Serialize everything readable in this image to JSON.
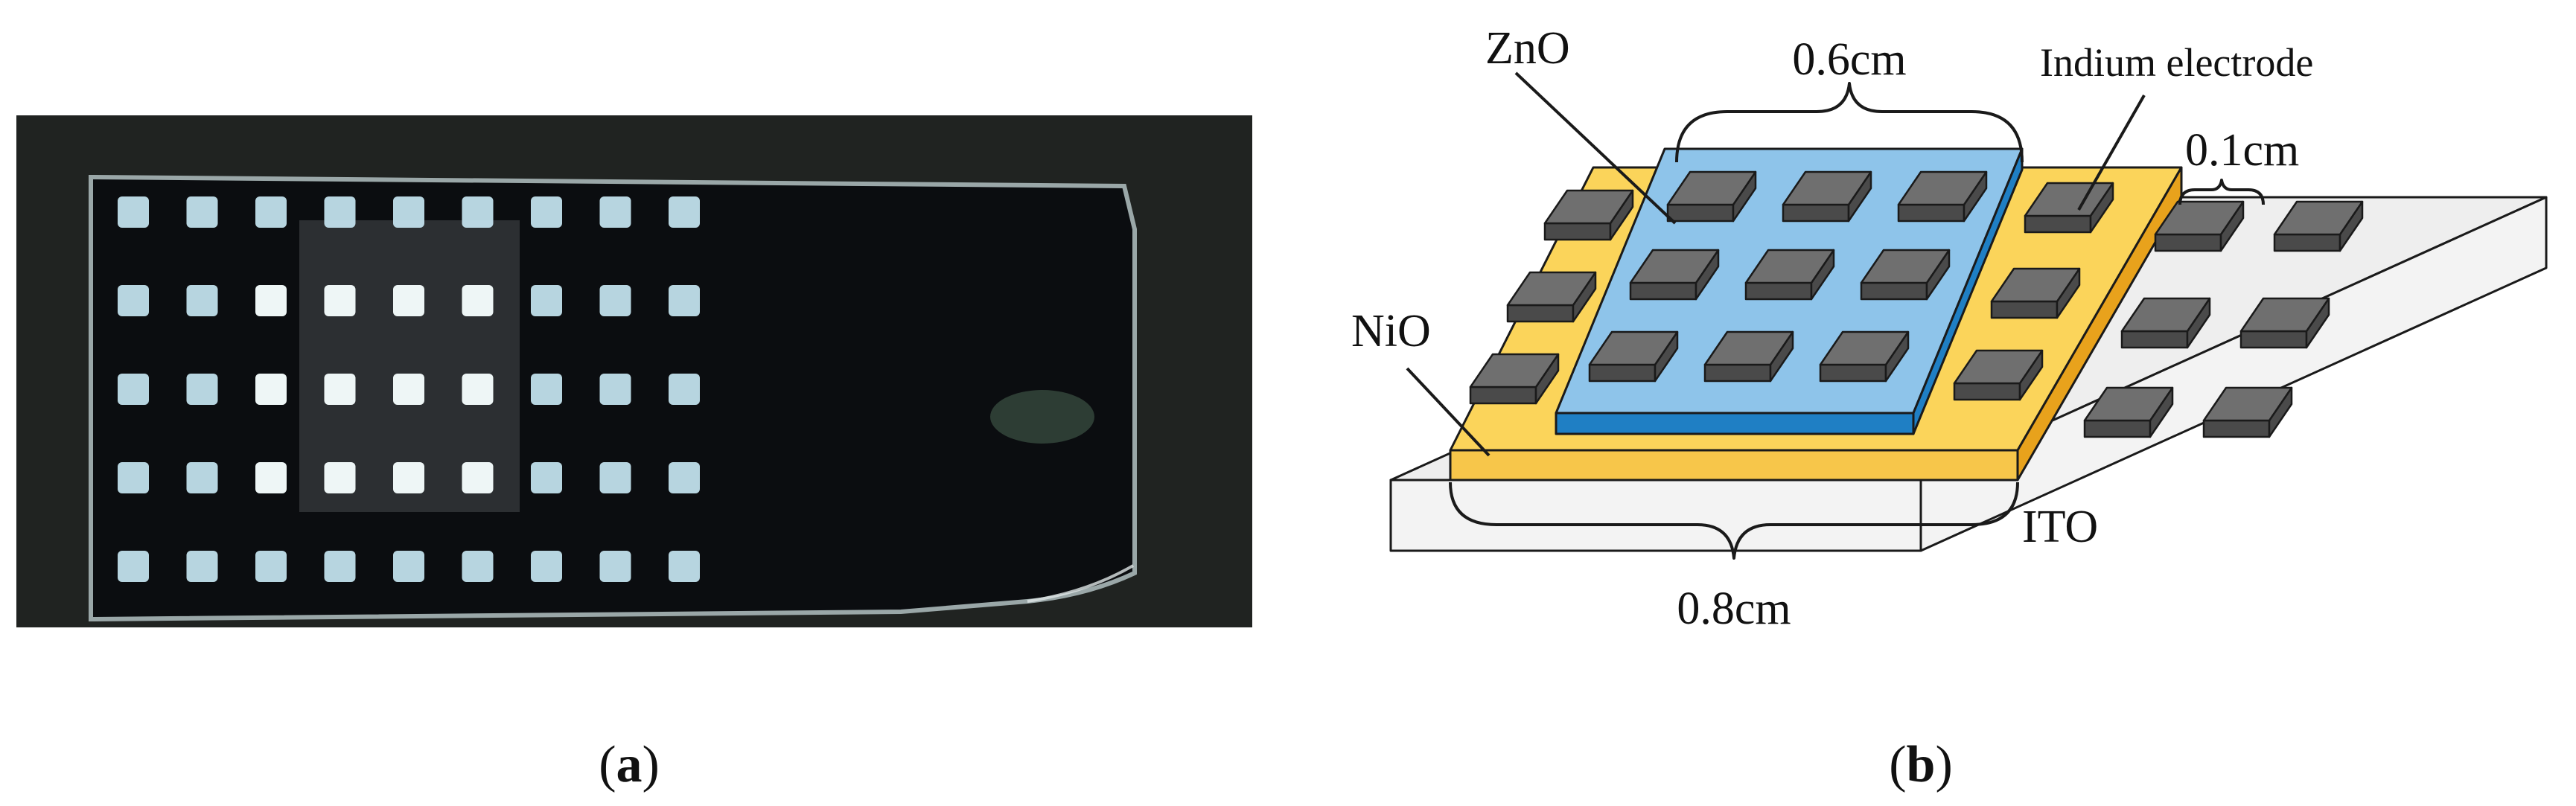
{
  "figure": {
    "panel_a": {
      "caption": "(a)",
      "caption_letter": "a",
      "photo_background": "#202321",
      "substrate_color": "#0b0d10",
      "pad_color": "#c7e6f2",
      "pad_rows": 5,
      "pad_cols": 9
    },
    "panel_b": {
      "caption": "(b)",
      "caption_letter": "b",
      "labels": {
        "zno": "ZnO",
        "nio": "NiO",
        "ito": "ITO",
        "indium": "Indium electrode",
        "dim_zno": "0.6cm",
        "dim_nio": "0.8cm",
        "dim_electrode": "0.1cm"
      },
      "colors": {
        "ito_top": "#eeeeee",
        "ito_front": "#f3f3f3",
        "nio_top": "#fbd45a",
        "nio_front": "#f7c64a",
        "nio_side": "#e8a21c",
        "zno_top": "#8ec4ea",
        "zno_side": "#1f7fc4",
        "electrode_top": "#6f6f6f",
        "electrode_side": "#4a4a4a",
        "outline": "#1a1a1a"
      }
    }
  }
}
